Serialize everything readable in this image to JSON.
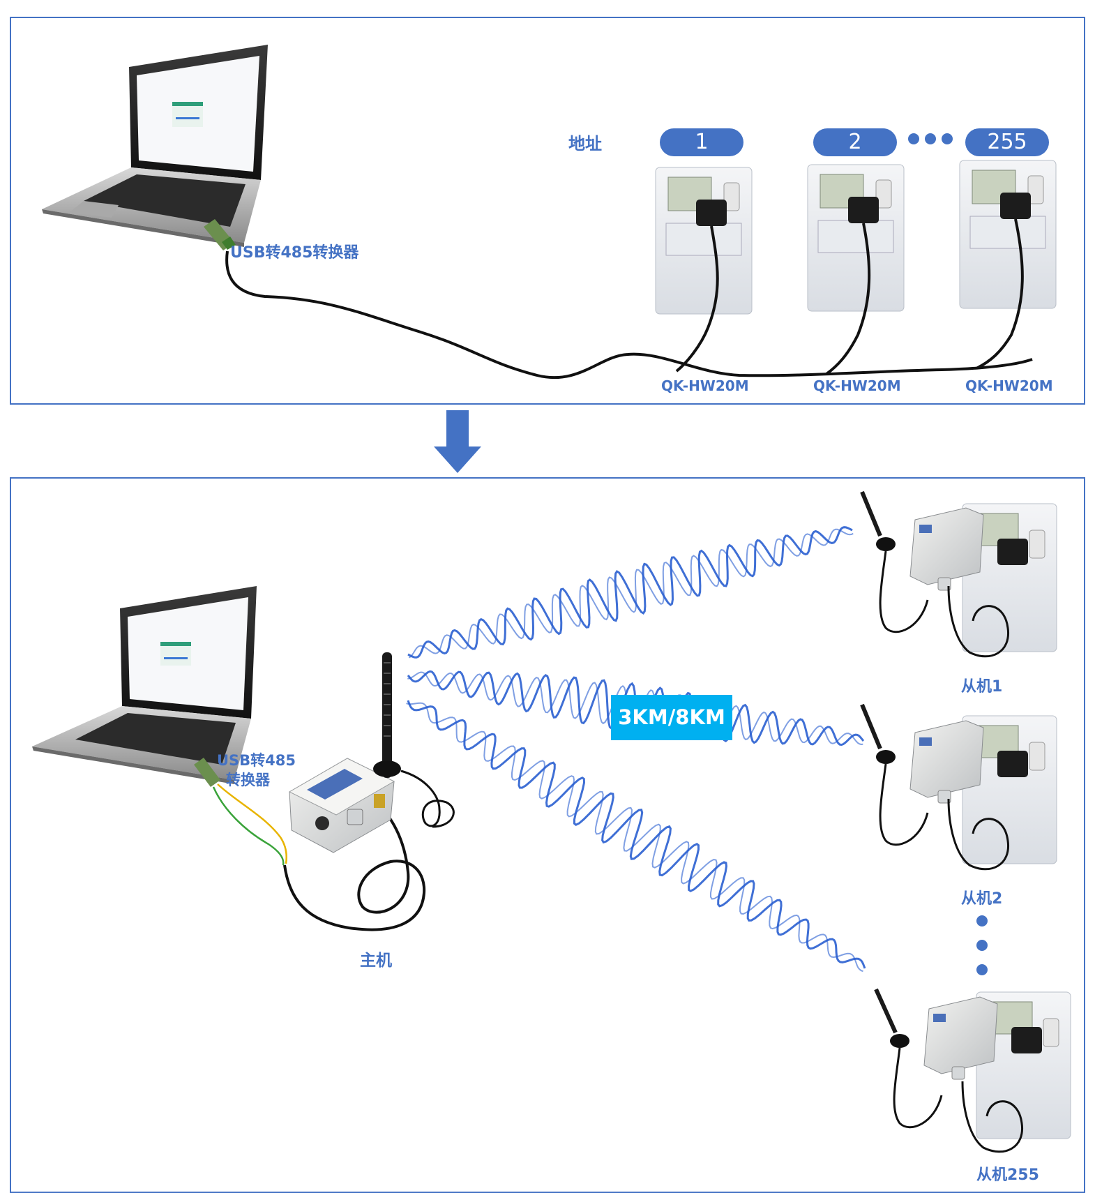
{
  "top": {
    "address_label": "地址",
    "addresses": [
      "1",
      "2",
      "255"
    ],
    "converter_label": "USB转485转换器",
    "models": [
      "QK-HW20M",
      "QK-HW20M",
      "QK-HW20M"
    ]
  },
  "bottom": {
    "converter_label_line1": "USB转485",
    "converter_label_line2": "转换器",
    "master_label": "主机",
    "range_label": "3KM/8KM",
    "slaves": [
      "从机1",
      "从机2",
      "从机255"
    ]
  },
  "colors": {
    "frame": "#4472c4",
    "label": "#4472c4",
    "wave": "#2a5fd0",
    "range_box": "#00b0f0"
  }
}
